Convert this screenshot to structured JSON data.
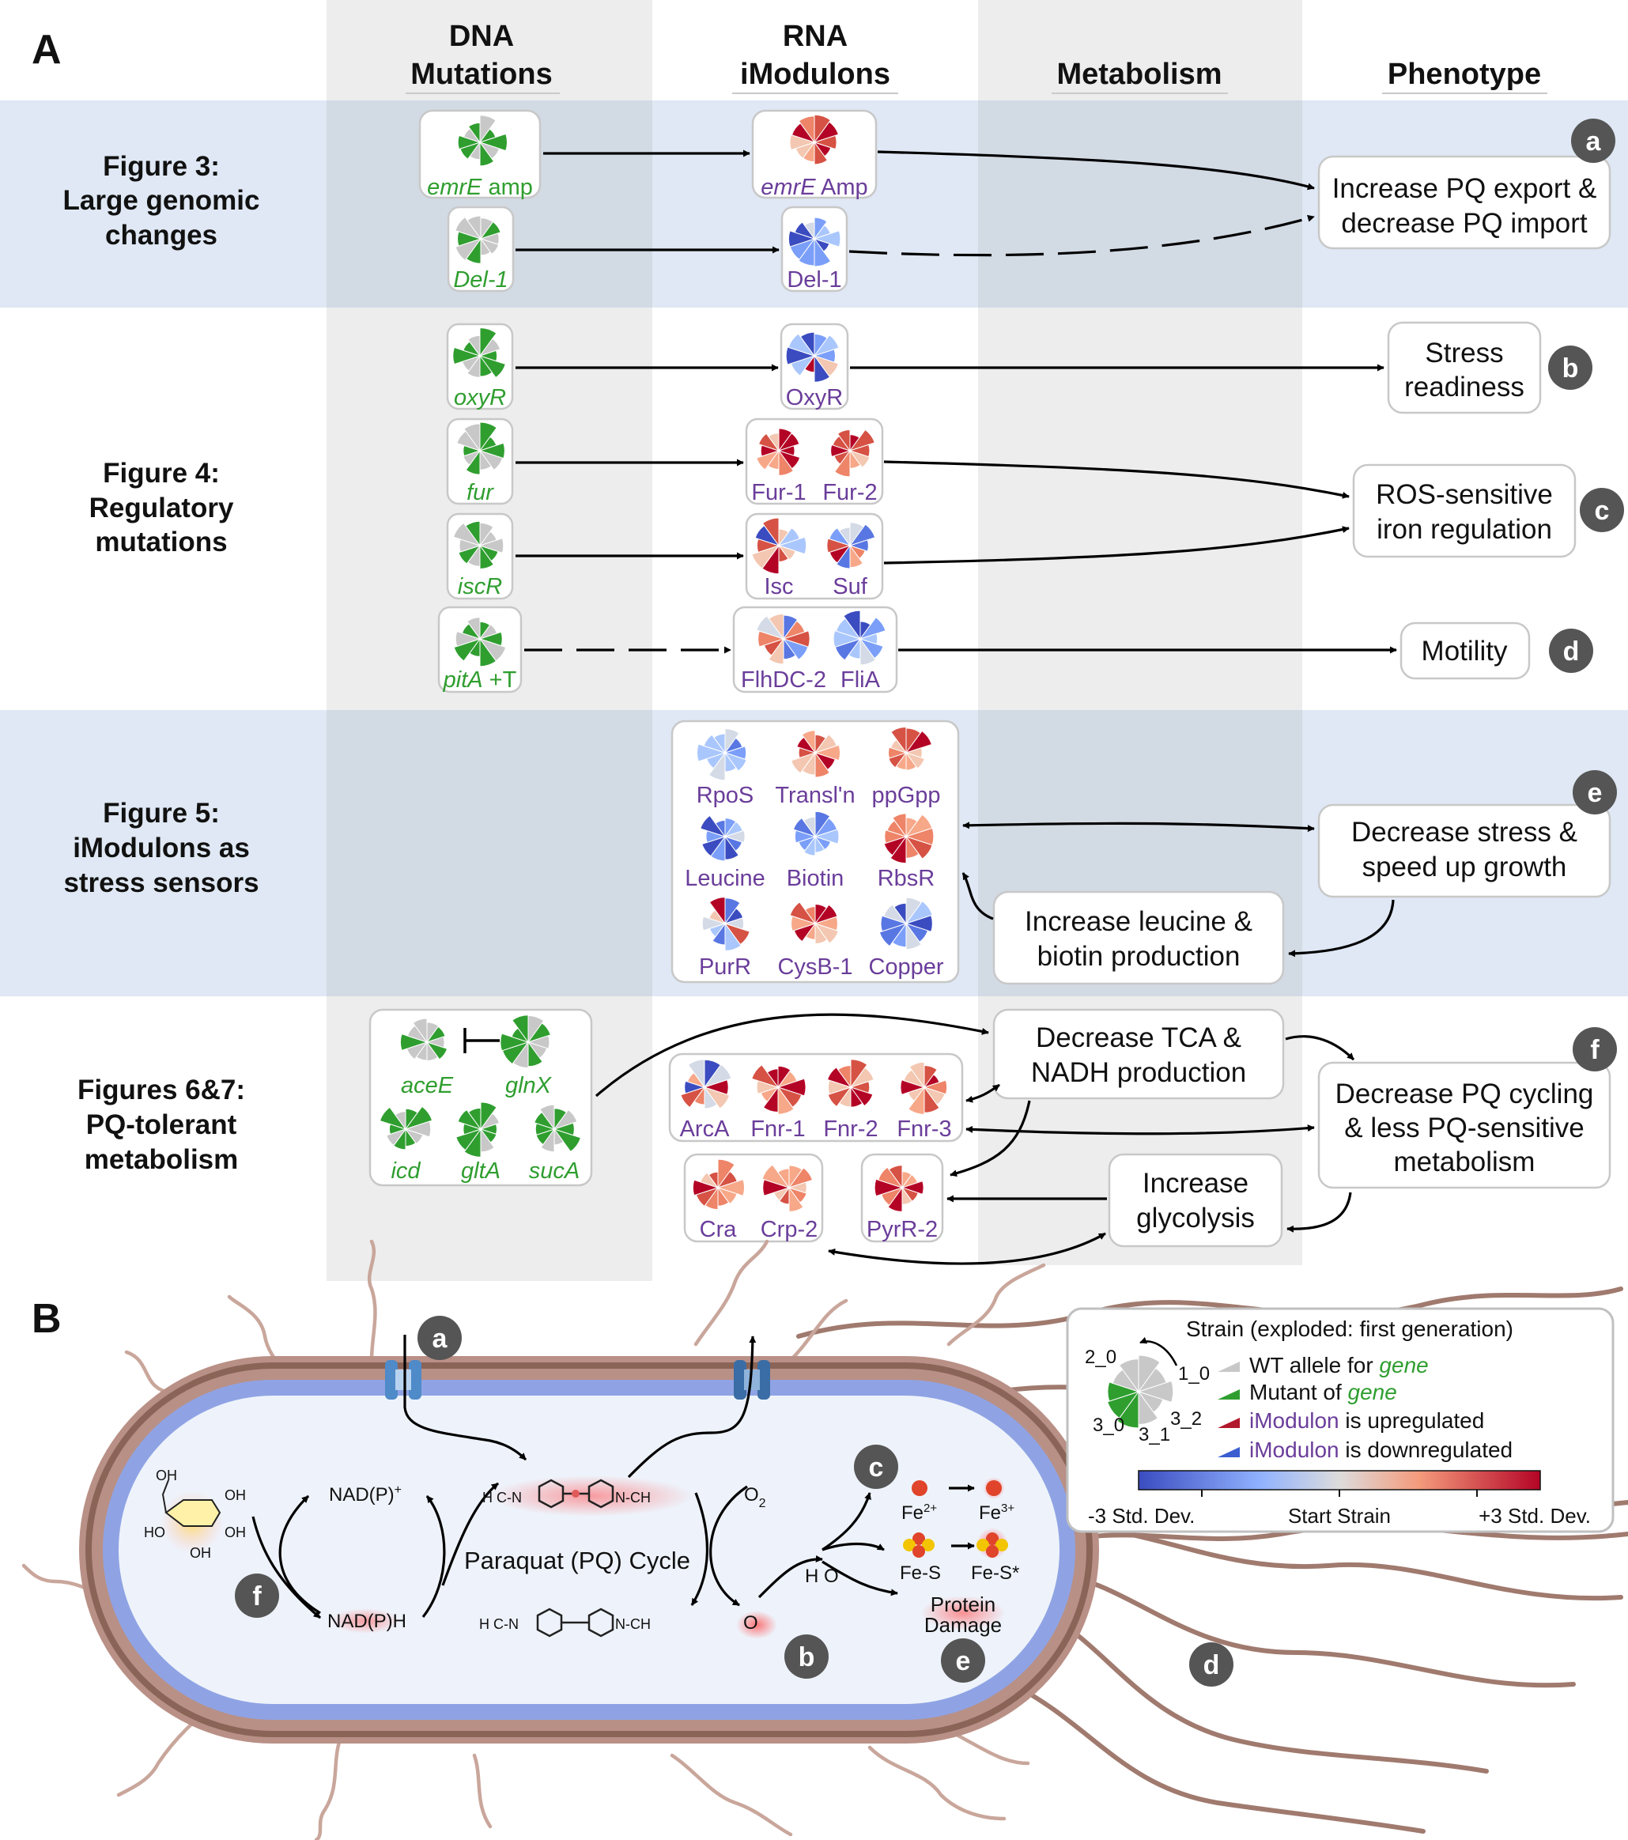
{
  "panel_a_letter": "A",
  "panel_b_letter": "B",
  "columns": [
    "DNA\nMutations",
    "RNA\niModulons",
    "Metabolism",
    "Phenotype"
  ],
  "sections": [
    {
      "label": "Figure 3:\nLarge genomic\nchanges"
    },
    {
      "label": "Figure 4:\nRegulatory\nmutations"
    },
    {
      "label": "Figure 5:\niModulons as\nstress sensors"
    },
    {
      "label": "Figures 6&7:\nPQ-tolerant\nmetabolism"
    }
  ],
  "mutations": [
    {
      "name": "emrE",
      "suffix": " amp"
    },
    {
      "name": "Del-1",
      "suffix": ""
    },
    {
      "name": "oxyR",
      "suffix": ""
    },
    {
      "name": "fur",
      "suffix": ""
    },
    {
      "name": "iscR",
      "suffix": ""
    },
    {
      "name": "pitA",
      "suffix": " +T"
    },
    {
      "name": "aceE",
      "suffix": ""
    },
    {
      "name": "glnX",
      "suffix": ""
    },
    {
      "name": "icd",
      "suffix": ""
    },
    {
      "name": "gltA",
      "suffix": ""
    },
    {
      "name": "sucA",
      "suffix": ""
    }
  ],
  "imodulons": [
    {
      "name": "emrE",
      "suffix": " Amp"
    },
    {
      "name": "Del-1"
    },
    {
      "name": "OxyR"
    },
    {
      "name": "Fur-1"
    },
    {
      "name": "Fur-2"
    },
    {
      "name": "Isc"
    },
    {
      "name": "Suf"
    },
    {
      "name": "FlhDC-2"
    },
    {
      "name": "FliA"
    },
    {
      "name": "RpoS"
    },
    {
      "name": "Transl'n"
    },
    {
      "name": "ppGpp"
    },
    {
      "name": "Leucine"
    },
    {
      "name": "Biotin"
    },
    {
      "name": "RbsR"
    },
    {
      "name": "PurR"
    },
    {
      "name": "CysB-1"
    },
    {
      "name": "Copper"
    },
    {
      "name": "ArcA"
    },
    {
      "name": "Fnr-1"
    },
    {
      "name": "Fnr-2"
    },
    {
      "name": "Fnr-3"
    },
    {
      "name": "Cra"
    },
    {
      "name": "Crp-2"
    },
    {
      "name": "PyrR-2"
    }
  ],
  "phenotypes": [
    {
      "badge": "a",
      "text": "Increase PQ export &\ndecrease PQ import"
    },
    {
      "badge": "b",
      "text": "Stress\nreadiness"
    },
    {
      "badge": "c",
      "text": "ROS-sensitive\niron regulation"
    },
    {
      "badge": "d",
      "text": "Motility"
    },
    {
      "badge": "e",
      "text": "Decrease stress &\nspeed up growth"
    },
    {
      "badge": "f",
      "text": "Decrease PQ cycling\n& less PQ-sensitive\nmetabolism"
    }
  ],
  "metabolism_boxes": [
    {
      "text": "Increase leucine &\nbiotin production"
    },
    {
      "text": "Decrease TCA &\nNADH production"
    },
    {
      "text": "Increase\nglycolysis"
    }
  ],
  "cell": {
    "badges": [
      "a",
      "b",
      "c",
      "d",
      "e",
      "f"
    ],
    "nadp_plus": "NAD(P)",
    "nadp_plus_sup": "+",
    "nadph": "NAD(P)H",
    "pq_cycle": "Paraquat (PQ) Cycle",
    "o2": "O",
    "o2_sub": "2",
    "superoxide": "O",
    "h2o2": "H O",
    "fe2": "Fe",
    "fe2_sup": "2+",
    "fe3": "Fe",
    "fe3_sup": "3+",
    "fes": "Fe-S",
    "fes_star": "Fe-S*",
    "protein_damage": "Protein\nDamage",
    "pq_methyl_left": "H C-N",
    "pq_methyl_right": "N-CH",
    "glucose_oh": [
      "OH",
      "OH",
      "HO",
      "OH",
      "OH"
    ]
  },
  "legend": {
    "title": "Strain (exploded: first generation)",
    "pie_labels": [
      "2_0",
      "1_0",
      "3_0",
      "3_1",
      "3_2"
    ],
    "rows": [
      {
        "text_before": "WT allele for ",
        "text_em": "gene",
        "color": "#c8c8c8"
      },
      {
        "text_before": "Mutant of ",
        "text_em": "gene",
        "color": "#2f9e2f"
      },
      {
        "text_before": "iModulon",
        "text_after": " is upregulated",
        "color": "#b2182b"
      },
      {
        "text_before": "iModulon",
        "text_after": " is downregulated",
        "color": "#3b5fd1"
      }
    ],
    "scale_left": "-3 Std. Dev.",
    "scale_mid": "Start Strain",
    "scale_right": "+3 Std. Dev."
  },
  "colors": {
    "mutant_green": "#2f9e2f",
    "wt_gray": "#c8c8c8",
    "up_red": "#b2182b",
    "down_blue": "#3b5fd1",
    "band_blue": "#dfe8f4",
    "column_gray": "#ebebeb",
    "imodulon_purple": "#6a3d9a"
  }
}
